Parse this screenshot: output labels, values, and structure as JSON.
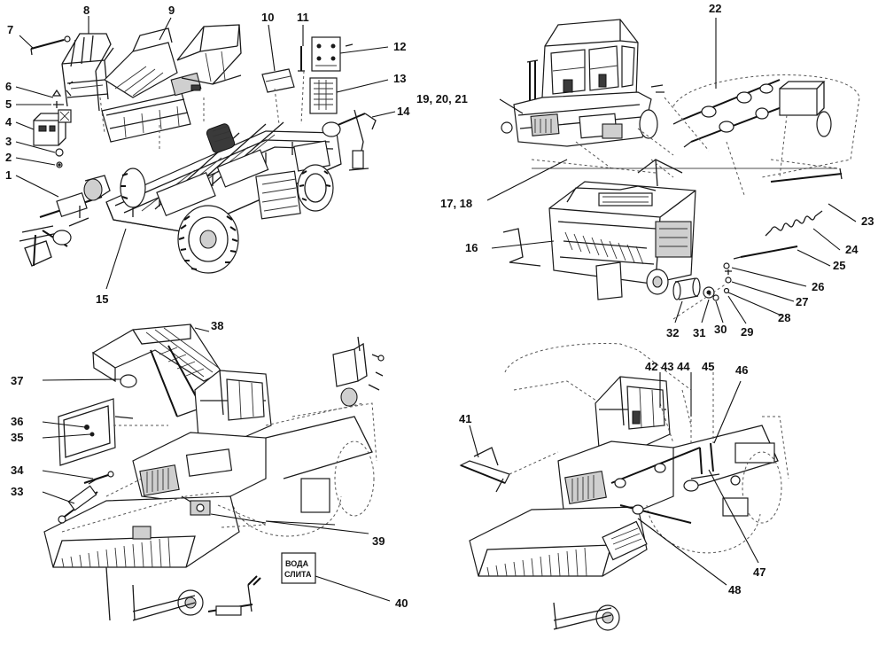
{
  "labels": {
    "n1": "1",
    "n2": "2",
    "n3": "3",
    "n4": "4",
    "n5": "5",
    "n6": "6",
    "n7": "7",
    "n8": "8",
    "n9": "9",
    "n10": "10",
    "n11": "11",
    "n12": "12",
    "n13": "13",
    "n14": "14",
    "n15": "15",
    "n16": "16",
    "n17_18": "17, 18",
    "n19_20_21": "19, 20, 21",
    "n22": "22",
    "n23": "23",
    "n24": "24",
    "n25": "25",
    "n26": "26",
    "n27": "27",
    "n28": "28",
    "n29": "29",
    "n30": "30",
    "n31": "31",
    "n32": "32",
    "n33": "33",
    "n34": "34",
    "n35": "35",
    "n36": "36",
    "n37": "37",
    "n38": "38",
    "n39": "39",
    "n40": "40",
    "n41": "41",
    "n42_43_44": "42 43 44",
    "n45": "45",
    "n46": "46",
    "n47": "47",
    "n48": "48"
  },
  "sign": {
    "line1": "ВОДА",
    "line2": "СЛИТА"
  }
}
